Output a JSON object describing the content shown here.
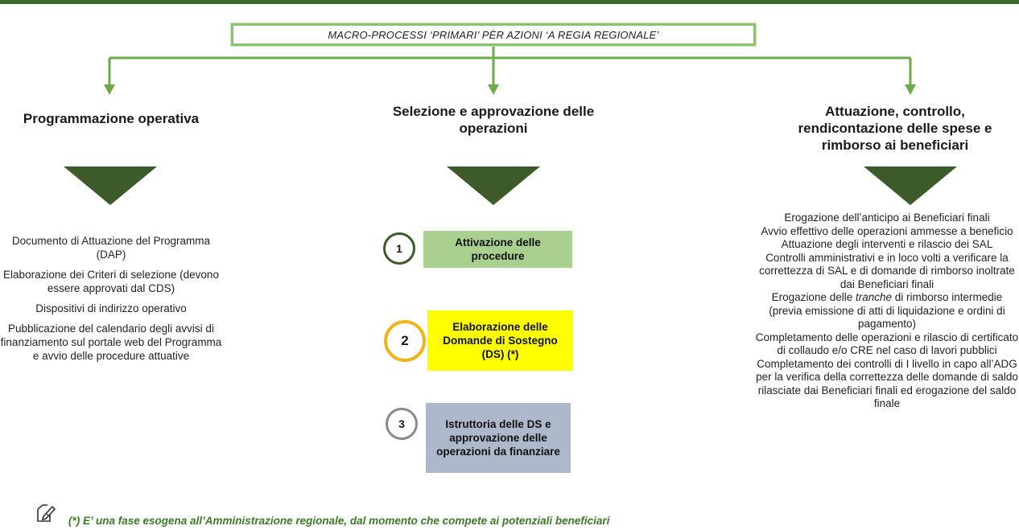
{
  "title": "MACRO-PROCESSI ‘PRIMARI’ PÈR AZIONI ‘A REGIA REGIONALE’",
  "colors": {
    "accent_green": "#6faa49",
    "dark_triangle": "#3d5a2a",
    "step1": "#a9d08e",
    "step2": "#ffff00",
    "step3": "#adb9ca"
  },
  "columns": {
    "left": {
      "heading": "Programmazione operativa",
      "items": [
        "Documento di Attuazione del Programma (DAP)",
        "Elaborazione dei Criteri di selezione (devono essere approvati dal CDS)",
        "Dispositivi di indirizzo operativo",
        "Pubblicazione del calendario degli avvisi di finanziamento sul portale web del Programma e avvio delle procedure attuative"
      ]
    },
    "center": {
      "heading": "Selezione e approvazione delle operazioni",
      "steps": [
        {
          "number": "1",
          "label": "Attivazione delle procedure"
        },
        {
          "number": "2",
          "label": "Elaborazione delle Domande di Sostegno (DS) (*)"
        },
        {
          "number": "3",
          "label": "Istruttoria delle DS e approvazione delle operazioni da finanziare"
        }
      ]
    },
    "right": {
      "heading": "Attuazione, controllo, rendicontazione delle spese e rimborso ai beneficiari",
      "items": {
        "a": "Erogazione dell’anticipo ai Beneficiari finali",
        "b": "Avvio effettivo delle operazioni ammesse a beneficio",
        "c": "Attuazione degli interventi  e rilascio dei SAL",
        "d": "Controlli amministrativi e in loco volti a verificare la correttezza di SAL e di domande di rimborso inoltrate dai Beneficiari finali",
        "e_pre": "Erogazione delle ",
        "e_em": "tranche",
        "e_post": " di rimborso intermedie (previa emissione di atti di liquidazione e ordini di pagamento)",
        "f": "Completamento delle operazioni e rilascio di certificato di collaudo e/o CRE nel caso di lavori pubblici",
        "g": "Completamento dei controlli di I livello in capo all’ADG per la verifica della correttezza delle domande di saldo rilasciate dai Beneficiari finali ed erogazione del saldo finale"
      }
    }
  },
  "footnote": "(*) E’ una fase esogena all’Amministrazione  regionale, dal momento che compete ai potenziali  beneficiari",
  "icons": {
    "note": "note-pencil-icon"
  }
}
